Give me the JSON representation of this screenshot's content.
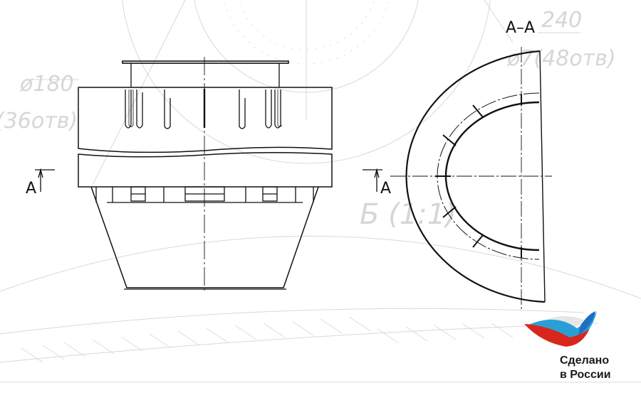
{
  "watermark": {
    "dia_180": "ø180",
    "holes_36": "(36отв)",
    "dim_240": "240",
    "holes_48": "ø7(48отв)",
    "detail_b": "Б (1:1)"
  },
  "labels": {
    "section_title": "А–А",
    "section_mark_left": "А",
    "section_mark_right": "А"
  },
  "logo": {
    "line1": "Сделано",
    "line2": "в России",
    "colors": {
      "white": "#e8e8e8",
      "blue": "#1f6fc0",
      "cyan": "#2fa6d8",
      "red": "#d9261c"
    }
  },
  "colors": {
    "line": "#111111",
    "watermark": "#d6d6d6"
  }
}
